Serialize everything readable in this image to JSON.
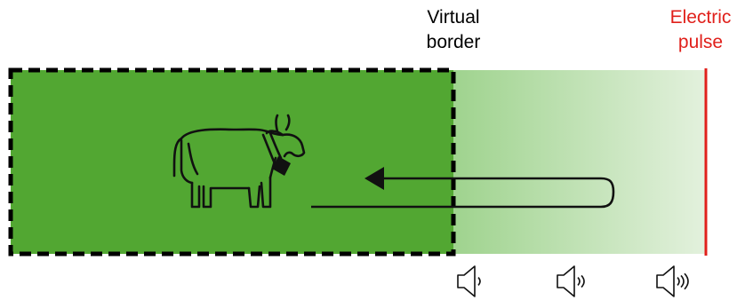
{
  "labels": {
    "virtual_border": [
      "Virtual",
      "border"
    ],
    "electric_pulse": [
      "Electric",
      "pulse"
    ]
  },
  "colors": {
    "pasture_green": "#52a732",
    "gradient_start": "#9fd38e",
    "gradient_end": "#e3f1dd",
    "electric_red": "#e0201b",
    "line_black": "#111111",
    "border_dash": "#000000"
  },
  "icons": {
    "animal": "cow-with-collar-icon",
    "speakers": [
      "speaker-low-icon",
      "speaker-medium-icon",
      "speaker-high-icon"
    ]
  },
  "speaker_levels": [
    1,
    2,
    3
  ]
}
